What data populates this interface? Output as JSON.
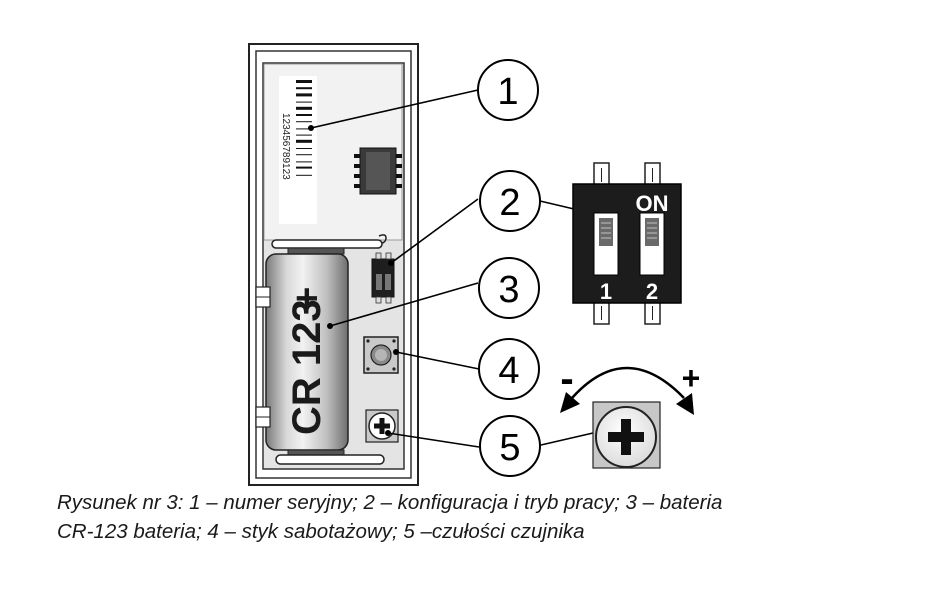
{
  "diagram": {
    "callouts": [
      {
        "id": "1",
        "label": "1"
      },
      {
        "id": "2",
        "label": "2"
      },
      {
        "id": "3",
        "label": "3"
      },
      {
        "id": "4",
        "label": "4"
      },
      {
        "id": "5",
        "label": "5"
      }
    ],
    "barcode_number": "123456789123",
    "battery_label": "CR 123",
    "battery_plus": "+",
    "dip_switch": {
      "on_label": "ON",
      "switch_labels": [
        "1",
        "2"
      ]
    },
    "potentiometer": {
      "minus_label": "-",
      "plus_label": "+"
    }
  },
  "caption": {
    "line1": "Rysunek nr 3: 1 – numer seryjny; 2 – konfiguracja i tryb pracy; 3 – bateria",
    "line2": "CR-123 bateria; 4 – styk sabotażowy; 5 –czułości czujnika"
  }
}
